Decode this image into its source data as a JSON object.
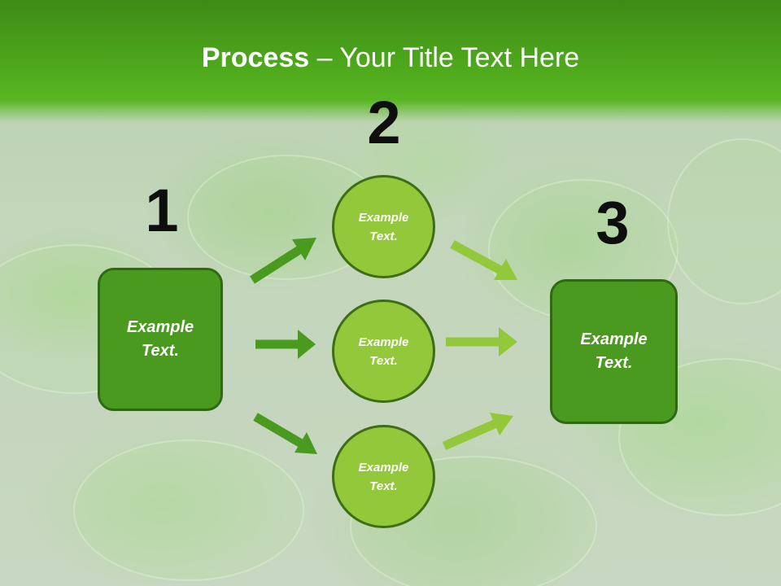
{
  "slide": {
    "title_bold": "Process",
    "title_rest": " – Your Title Text Here"
  },
  "steps": {
    "one": "1",
    "two": "2",
    "three": "3"
  },
  "left_box": {
    "text": "Example Text."
  },
  "circles": [
    {
      "text": "Example Text."
    },
    {
      "text": "Example Text."
    },
    {
      "text": "Example Text."
    }
  ],
  "right_box": {
    "text": "Example Text."
  },
  "colors": {
    "title_band": "#4ea81c",
    "box_fill": "#4a9a1f",
    "box_border": "#2f6a12",
    "circle_fill": "#93c83a",
    "circle_border": "#3d6e16",
    "arrow_dark": "#4a9a1f",
    "arrow_light": "#93c83a",
    "number_color": "#0e0e0e"
  }
}
